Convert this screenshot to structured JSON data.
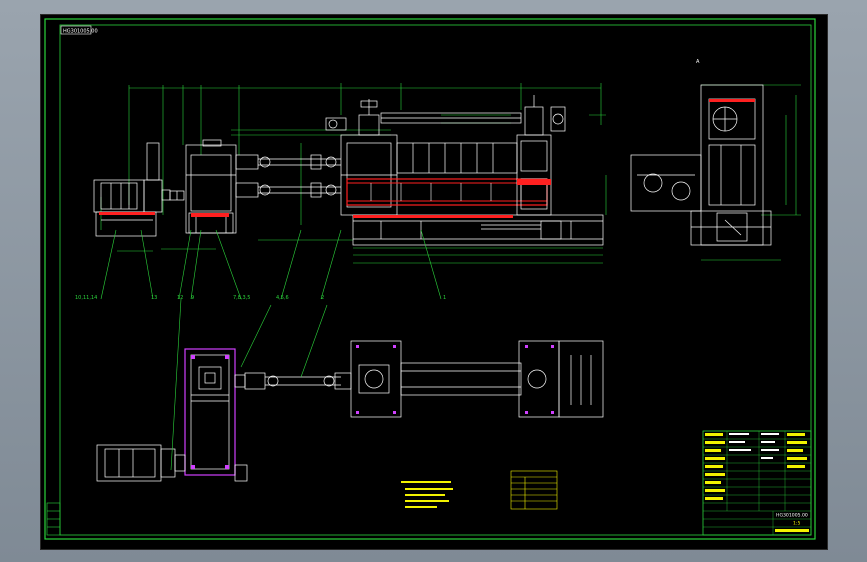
{
  "drawing": {
    "corner_label": "HG301005.00",
    "view_label": "A",
    "part_numbers": [
      "10,11,14",
      "13",
      "12",
      "9",
      "7,8,3,5",
      "4,5,6",
      "2",
      "1"
    ],
    "title_block": {
      "drawing_number": "HG301005.00",
      "scale": "1:5"
    }
  },
  "colors": {
    "outline": "#ffffff",
    "green": "#2bd43b",
    "yellow": "#f2f200",
    "red": "#ff2020",
    "magenta": "#d040ff",
    "cyan": "#30e0e0"
  }
}
